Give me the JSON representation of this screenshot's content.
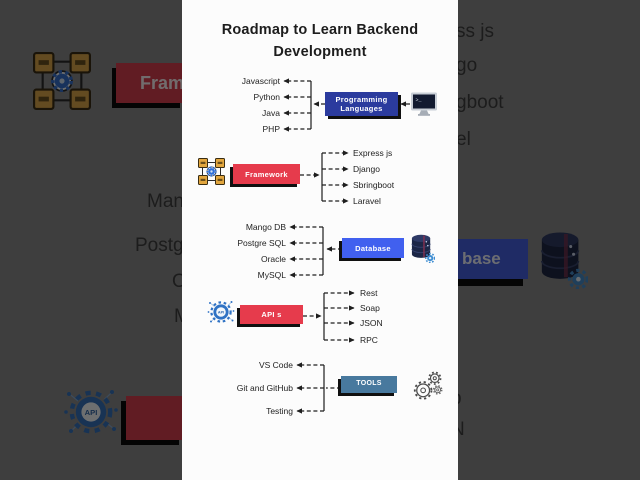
{
  "title": "Roadmap to Learn Backend Development",
  "sections": {
    "languages": {
      "label": "Programming Languages",
      "items": [
        "Javascript",
        "Python",
        "Java",
        "PHP"
      ]
    },
    "framework": {
      "label": "Framework",
      "items": [
        "Express js",
        "Django",
        "Sbringboot",
        "Laravel"
      ]
    },
    "database": {
      "label": "Database",
      "items": [
        "Mango DB",
        "Postgre SQL",
        "Oracle",
        "MySQL"
      ]
    },
    "apis": {
      "label": "API s",
      "items": [
        "Rest",
        "Soap",
        "JSON",
        "RPC"
      ]
    },
    "tools": {
      "label": "TOOLS",
      "items": [
        "VS Code",
        "Git and GitHub",
        "Testing"
      ]
    }
  },
  "colors": {
    "languages_box": "#2b3b9e",
    "framework_box": "#e63b4c",
    "database_box": "#4160ef",
    "apis_box": "#e63b4c",
    "tools_box": "#48799e",
    "box_shadow": "#101010",
    "panel_bg": "#fcfcfc",
    "backdrop": "#3e3e3e"
  },
  "icons": [
    "terminal-icon",
    "framework-icon",
    "database-icon",
    "api-icon",
    "gears-icon"
  ],
  "background": {
    "left": {
      "framework_box_fragment": "Fram",
      "text_fragments": [
        "Man",
        "Postg",
        "O",
        "M"
      ],
      "api_box_fragment": ""
    },
    "right": {
      "text_fragments": [
        "ss js",
        "go",
        "gboot",
        "el"
      ],
      "database_box_fragment": "base",
      "text_fragments_bottom": [
        "p",
        "N"
      ]
    }
  }
}
